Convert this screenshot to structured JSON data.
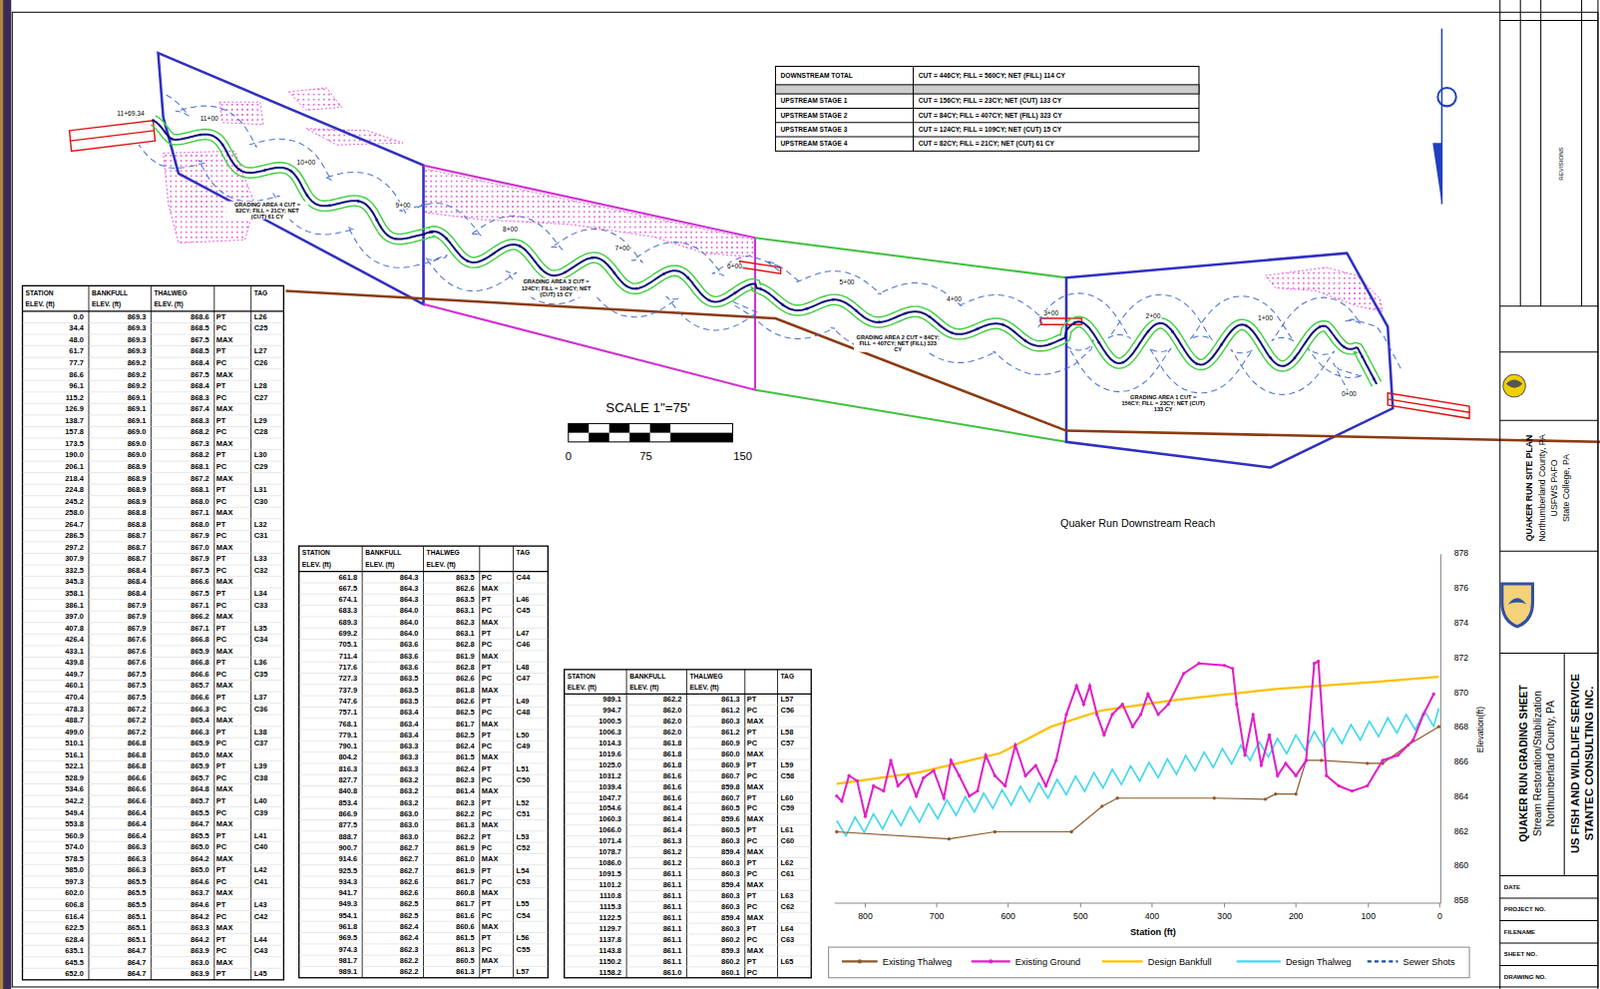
{
  "diagram": {
    "labels": [
      "11+69.34",
      "11+00",
      "10+00",
      "9+00",
      "8+00",
      "7+00",
      "6+00",
      "5+00",
      "4+00",
      "3+00",
      "2+00",
      "1+00",
      "0+00",
      "GRADING AREA 4 CUT = 82CY; FILL = 21CY; NET (CUT) 61 CY",
      "GRADING AREA 3 CUT = 124CY; FILL = 109CY; NET (CUT) 15 CY",
      "GRADING AREA 2 CUT = 84CY; FILL = 407CY; NET (FILL) 323 CY",
      "GRADING AREA 1 CUT = 156CY; FILL = 23CY; NET (CUT) 133 CY",
      "DOWNSTREAM TOTAL",
      "CUT = 446CY; FILL = 560CY; NET (FILL) 114 CY",
      "UPSTREAM STAGE 1",
      "CUT = 156CY; FILL = 23CY; NET (CUT) 133 CY",
      "UPSTREAM STAGE 2",
      "CUT = 84CY; FILL = 407CY; NET (FILL) 323 CY",
      "UPSTREAM STAGE 3",
      "CUT = 124CY; FILL = 109CY; NET (CUT) 15 CY",
      "UPSTREAM STAGE 4",
      "CUT = 82CY; FILL = 21CY; NET (CUT) 61 CY",
      "SCALE 1\"=75'",
      "0",
      "75",
      "150",
      "STATION",
      "BANKFULL",
      "THALWEG",
      "TAG",
      "ELEV. (ft)",
      "ELEV. (ft)",
      "ELEV. (ft)",
      "0.0",
      "869.3",
      "868.6",
      "PT",
      "L26",
      "34.4",
      "869.3",
      "868.5",
      "PC",
      "C25",
      "48.0",
      "869.3",
      "867.5",
      "MAX",
      "61.7",
      "869.3",
      "868.5",
      "PT",
      "L27",
      "77.7",
      "869.2",
      "868.4",
      "PC",
      "C26",
      "86.6",
      "869.2",
      "867.5",
      "MAX",
      "96.1",
      "869.2",
      "868.4",
      "PT",
      "L28",
      "115.2",
      "869.1",
      "868.3",
      "PC",
      "C27",
      "126.9",
      "869.1",
      "867.4",
      "MAX",
      "138.7",
      "869.1",
      "868.3",
      "PT",
      "L29",
      "157.8",
      "869.0",
      "868.2",
      "PC",
      "C28",
      "173.5",
      "869.0",
      "867.3",
      "MAX",
      "190.0",
      "869.0",
      "868.2",
      "PT",
      "L30",
      "206.1",
      "868.9",
      "868.1",
      "PC",
      "C29",
      "218.4",
      "868.9",
      "867.2",
      "MAX",
      "224.8",
      "868.9",
      "868.1",
      "PT",
      "L31",
      "245.2",
      "868.9",
      "868.0",
      "PC",
      "C30",
      "258.0",
      "868.8",
      "867.1",
      "MAX",
      "264.7",
      "868.8",
      "868.0",
      "PT",
      "L32",
      "286.5",
      "868.7",
      "867.9",
      "PC",
      "C31",
      "297.2",
      "868.7",
      "867.0",
      "MAX",
      "307.9",
      "868.7",
      "867.9",
      "PT",
      "L33",
      "332.5",
      "868.4",
      "867.5",
      "PC",
      "C32",
      "345.3",
      "868.4",
      "866.6",
      "MAX",
      "358.1",
      "868.4",
      "867.5",
      "PT",
      "L34",
      "386.1",
      "867.9",
      "867.1",
      "PC",
      "C33",
      "397.0",
      "867.9",
      "866.2",
      "MAX",
      "407.8",
      "867.9",
      "867.1",
      "PT",
      "L35",
      "426.4",
      "867.6",
      "866.8",
      "PC",
      "C34",
      "433.1",
      "867.6",
      "865.9",
      "MAX",
      "439.8",
      "867.6",
      "866.8",
      "PT",
      "L36",
      "449.7",
      "867.5",
      "866.6",
      "PC",
      "C35",
      "460.1",
      "867.5",
      "865.7",
      "MAX",
      "470.4",
      "867.5",
      "866.6",
      "PT",
      "L37",
      "478.3",
      "867.2",
      "866.3",
      "PC",
      "C36",
      "488.7",
      "867.2",
      "865.4",
      "MAX",
      "499.0",
      "867.2",
      "866.3",
      "PT",
      "L38",
      "510.1",
      "866.8",
      "865.9",
      "PC",
      "C37",
      "516.1",
      "866.8",
      "865.0",
      "MAX",
      "522.1",
      "866.8",
      "865.9",
      "PT",
      "L39",
      "528.9",
      "866.6",
      "865.7",
      "PC",
      "C38",
      "534.6",
      "866.6",
      "864.8",
      "MAX",
      "542.2",
      "866.6",
      "865.7",
      "PT",
      "L40",
      "549.4",
      "866.4",
      "865.5",
      "PC",
      "C39",
      "553.8",
      "866.4",
      "864.7",
      "MAX",
      "560.9",
      "866.4",
      "865.5",
      "PT",
      "L41",
      "574.0",
      "866.3",
      "865.0",
      "PC",
      "C40",
      "578.5",
      "866.3",
      "864.2",
      "MAX",
      "585.0",
      "866.3",
      "865.0",
      "PT",
      "L42",
      "597.3",
      "865.5",
      "864.6",
      "PC",
      "C41",
      "602.0",
      "865.5",
      "863.7",
      "MAX",
      "606.8",
      "865.5",
      "864.6",
      "PT",
      "L43",
      "616.4",
      "865.1",
      "864.2",
      "PC",
      "C42",
      "622.5",
      "865.1",
      "863.3",
      "MAX",
      "628.4",
      "865.1",
      "864.2",
      "PT",
      "L44",
      "635.1",
      "864.7",
      "863.9",
      "PC",
      "C43",
      "645.5",
      "864.7",
      "863.0",
      "MAX",
      "652.0",
      "864.7",
      "863.9",
      "PT",
      "L45",
      "STATION",
      "BANKFULL",
      "THALWEG",
      "TAG",
      "ELEV. (ft)",
      "ELEV. (ft)",
      "ELEV. (ft)",
      "661.8",
      "864.3",
      "863.5",
      "PC",
      "C44",
      "667.5",
      "864.3",
      "862.6",
      "MAX",
      "674.1",
      "864.3",
      "863.5",
      "PT",
      "L46",
      "683.3",
      "864.0",
      "863.1",
      "PC",
      "C45",
      "689.3",
      "864.0",
      "862.3",
      "MAX",
      "699.2",
      "864.0",
      "863.1",
      "PT",
      "L47",
      "705.1",
      "863.6",
      "862.8",
      "PC",
      "C46",
      "711.4",
      "863.6",
      "861.9",
      "MAX",
      "717.6",
      "863.6",
      "862.8",
      "PT",
      "L48",
      "727.3",
      "863.5",
      "862.6",
      "PC",
      "C47",
      "737.9",
      "863.5",
      "861.8",
      "MAX",
      "747.6",
      "863.5",
      "862.6",
      "PT",
      "L49",
      "757.1",
      "863.4",
      "862.5",
      "PC",
      "C48",
      "768.1",
      "863.4",
      "861.7",
      "MAX",
      "779.1",
      "863.4",
      "862.5",
      "PT",
      "L50",
      "790.1",
      "863.3",
      "862.4",
      "PC",
      "C49",
      "804.2",
      "863.3",
      "861.5",
      "MAX",
      "816.3",
      "863.3",
      "862.4",
      "PT",
      "L51",
      "827.7",
      "863.2",
      "862.3",
      "PC",
      "C50",
      "840.8",
      "863.2",
      "861.4",
      "MAX",
      "853.4",
      "863.2",
      "862.3",
      "PT",
      "L52",
      "866.9",
      "863.0",
      "862.2",
      "PC",
      "C51",
      "877.5",
      "863.0",
      "861.3",
      "MAX",
      "888.7",
      "863.0",
      "862.2",
      "PT",
      "L53",
      "900.7",
      "862.7",
      "861.9",
      "PC",
      "C52",
      "914.6",
      "862.7",
      "861.0",
      "MAX",
      "925.5",
      "862.7",
      "861.9",
      "PT",
      "L54",
      "934.3",
      "862.6",
      "861.7",
      "PC",
      "C53",
      "941.7",
      "862.6",
      "860.8",
      "MAX",
      "949.3",
      "862.5",
      "861.7",
      "PT",
      "L55",
      "954.1",
      "862.5",
      "861.6",
      "PC",
      "C54",
      "961.8",
      "862.4",
      "860.6",
      "MAX",
      "969.5",
      "862.4",
      "861.5",
      "PT",
      "L56",
      "974.3",
      "862.3",
      "861.3",
      "PC",
      "C55",
      "981.7",
      "862.2",
      "860.5",
      "MAX",
      "989.1",
      "862.2",
      "861.3",
      "PT",
      "L57",
      "STATION",
      "BANKFULL",
      "THALWEG",
      "TAG",
      "ELEV. (ft)",
      "ELEV. (ft)",
      "ELEV. (ft)",
      "989.1",
      "862.2",
      "861.3",
      "PT",
      "L57",
      "994.7",
      "862.0",
      "861.2",
      "PC",
      "C56",
      "1000.5",
      "862.0",
      "860.3",
      "MAX",
      "1006.3",
      "862.0",
      "861.2",
      "PT",
      "L58",
      "1014.3",
      "861.8",
      "860.9",
      "PC",
      "C57",
      "1019.6",
      "861.8",
      "860.0",
      "MAX",
      "1025.0",
      "861.8",
      "860.9",
      "PT",
      "L59",
      "1031.2",
      "861.6",
      "860.7",
      "PC",
      "C58",
      "1039.4",
      "861.6",
      "859.8",
      "MAX",
      "1047.7",
      "861.6",
      "860.7",
      "PT",
      "L60",
      "1054.6",
      "861.4",
      "860.5",
      "PC",
      "C59",
      "1060.3",
      "861.4",
      "859.6",
      "MAX",
      "1066.0",
      "861.4",
      "860.5",
      "PT",
      "L61",
      "1071.4",
      "861.3",
      "860.3",
      "PC",
      "C60",
      "1078.7",
      "861.2",
      "859.4",
      "MAX",
      "1086.0",
      "861.2",
      "860.3",
      "PT",
      "L62",
      "1091.5",
      "861.1",
      "860.3",
      "PC",
      "C61",
      "1101.2",
      "861.1",
      "859.4",
      "MAX",
      "1110.8",
      "861.1",
      "860.3",
      "PT",
      "L63",
      "1115.3",
      "861.1",
      "860.3",
      "PC",
      "C62",
      "1122.5",
      "861.1",
      "859.4",
      "MAX",
      "1129.7",
      "861.1",
      "860.3",
      "PT",
      "L64",
      "1137.8",
      "861.1",
      "860.2",
      "PC",
      "C63",
      "1143.8",
      "861.1",
      "859.3",
      "MAX",
      "1150.2",
      "861.1",
      "860.2",
      "PT",
      "L65",
      "1158.2",
      "861.0",
      "860.1",
      "PC",
      "Quaker Run Downstream Reach",
      "878",
      "876",
      "874",
      "872",
      "870",
      "868",
      "866",
      "864",
      "862",
      "860",
      "858",
      "Elevation(ft)",
      "800",
      "700",
      "600",
      "500",
      "400",
      "300",
      "200",
      "100",
      "0",
      "Station (ft)",
      "REVISIONS",
      "QUAKER RUN SITE PLAN",
      "Northumberland County, PA",
      "USFWS PAFO",
      "State College, PA",
      "QUAKER RUN GRADING SHEET",
      "Stream Restoration/Stabilization",
      "Northumberland County, PA",
      "US FISH AND WILDLIFE SERVICE",
      "STANTEC CONSULTING INC.",
      "DATE",
      "PROJECT NO.",
      "FILENAME",
      "SHEET NO.",
      "DRAWING NO."
    ],
    "legend": [
      {
        "text": "Existing Thalweg"
      },
      {
        "text": "Existing Ground"
      },
      {
        "text": "Design Bankfull"
      },
      {
        "text": "Design Thalweg"
      },
      {
        "text": "Sewer Shots"
      }
    ]
  }
}
